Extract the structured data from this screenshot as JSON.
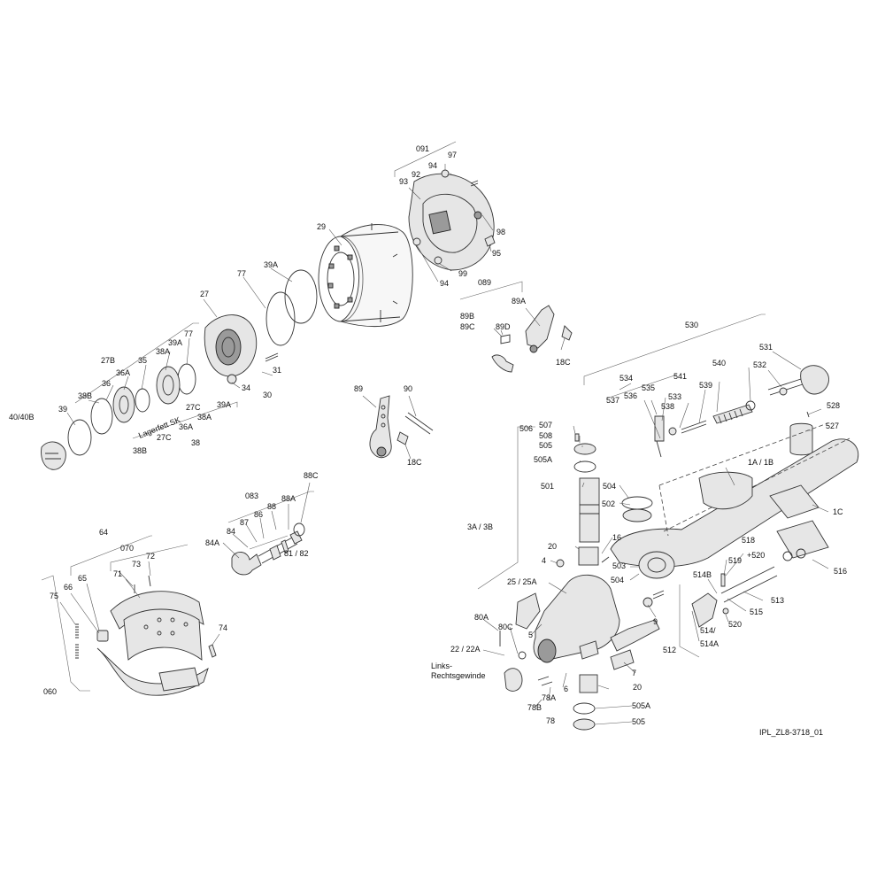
{
  "diagram": {
    "figure_id": "IPL_ZL8-3718_01",
    "labels": {
      "l091": "091",
      "l97": "97",
      "l94a": "94",
      "l92": "92",
      "l93": "93",
      "l98": "98",
      "l95": "95",
      "l99": "99",
      "l94b": "94",
      "l29": "29",
      "l089": "089",
      "l89A": "89A",
      "l89B": "89B",
      "l89C": "89C",
      "l89D": "89D",
      "l18Ca": "18C",
      "l77a": "77",
      "l39Aa": "39A",
      "l27": "27",
      "l77b": "77",
      "l39Ab": "39A",
      "l27B": "27B",
      "l35": "35",
      "l38Aa": "38A",
      "l36A": "36A",
      "l36": "36",
      "l38Ba": "38B",
      "l39": "39",
      "l40": "40/40B",
      "lLager": "Lagerfett SK",
      "l27Ca": "27C",
      "l38Ab": "38A",
      "l36Ab": "36A",
      "l27Cb": "27C",
      "l38": "38",
      "l38Bb": "38B",
      "l39Ac": "39A",
      "l31": "31",
      "l34": "34",
      "l30": "30",
      "l89": "89",
      "l90": "90",
      "l18Cb": "18C",
      "l530": "530",
      "l531": "531",
      "l532": "532",
      "l540": "540",
      "l541": "541",
      "l539": "539",
      "l534": "534",
      "l535": "535",
      "l536": "536",
      "l537": "537",
      "l533": "533",
      "l538": "538",
      "l528": "528",
      "l527": "527",
      "l1A": "1A / 1B",
      "l1C": "1C",
      "l506": "506",
      "l507": "507",
      "l508": "508",
      "l505a": "505",
      "l505Aa": "505A",
      "l501": "501",
      "l504a": "504",
      "l502": "502",
      "l3A": "3A / 3B",
      "l16": "16",
      "l20a": "20",
      "l503": "503",
      "l504b": "504",
      "l4": "4",
      "l25": "25 / 25A",
      "l518": "518",
      "l520a": "+520",
      "l519": "519",
      "l516": "516",
      "l514B": "514B",
      "l513": "513",
      "l515": "515",
      "l520b": "520",
      "l514": "514/",
      "l514A": "514A",
      "l512": "512",
      "l9": "9",
      "l80A": "80A",
      "l80C": "80C",
      "l5a": "5",
      "l5b": "5",
      "l22": "22 / 22A",
      "lLinks1": "Links-",
      "lLinks2": "Rechtsgewinde",
      "l7": "7",
      "l6": "6",
      "l20b": "20",
      "l78A": "78A",
      "l78B": "78B",
      "l78": "78",
      "l505Ab": "505A",
      "l505b": "505",
      "l083": "083",
      "l88C": "88C",
      "l88A": "88A",
      "l88": "88",
      "l86": "86",
      "l87": "87",
      "l84": "84",
      "l84A": "84A",
      "l8182": "81 / 82",
      "l64": "64",
      "l070": "070",
      "l72": "72",
      "l73": "73",
      "l71": "71",
      "l65": "65",
      "l66": "66",
      "l75": "75",
      "l74": "74",
      "l060": "060"
    }
  }
}
